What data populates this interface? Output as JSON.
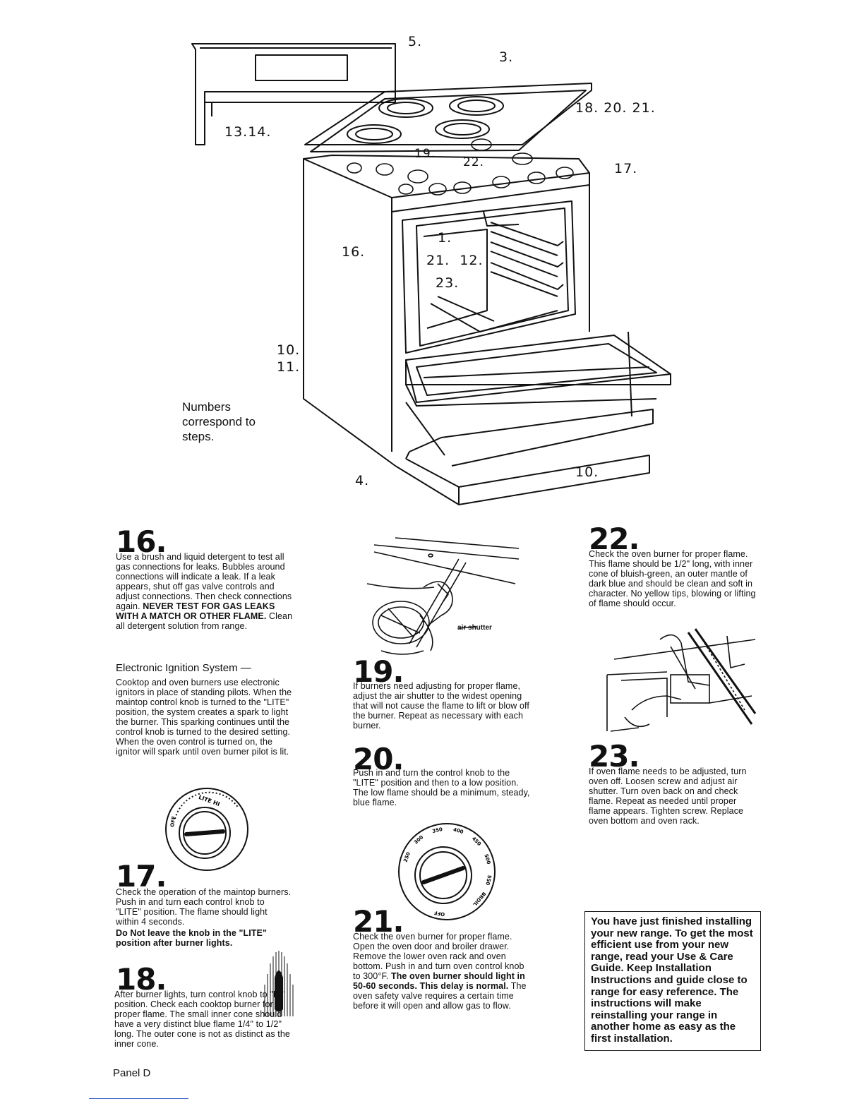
{
  "diagram": {
    "callouts": {
      "c5": "5.",
      "c3": "3.",
      "c13_14": "13.14.",
      "c18_20_21": "18. 20. 21.",
      "c19": "19.",
      "c22": "22.",
      "c17": "17.",
      "c16": "16.",
      "c1": "1.",
      "c21_12": "21.  12.",
      "c23": "23.",
      "c10_11": "10.\n11.",
      "c4": "4.",
      "c10b": "10."
    },
    "note": "Numbers correspond to steps."
  },
  "steps": {
    "s16": {
      "number": "16.",
      "text": "Use a brush and liquid detergent to test all gas connections for leaks. Bubbles around connections will indicate a leak. If a leak appears, shut off gas valve controls and adjust connections. Then check connections again. ",
      "bold": "NEVER TEST FOR GAS LEAKS WITH A MATCH OR OTHER FLAME.",
      "text2": " Clean all detergent solution from range."
    },
    "ignition": {
      "heading": "Electronic Ignition System —",
      "text": "Cooktop and oven burners use electronic ignitors in place of standing pilots. When the maintop control knob is turned to the \"LITE\" position, the system creates a spark to light the burner. This sparking continues until the control knob is turned to the desired setting. When the oven control is turned on, the ignitor will spark until oven burner pilot is lit."
    },
    "s17": {
      "number": "17.",
      "text": "Check the operation of the maintop burners. Push in and turn each control knob to \"LITE\" position. The flame should light within 4 seconds.",
      "bold": "Do Not leave the knob in the \"LITE\" position after burner lights."
    },
    "s18": {
      "number": "18.",
      "text": "After burner lights, turn control knob to \"HI\" position. Check each cooktop burner for proper flame. The small inner cone should have a very distinct blue flame 1/4\" to 1/2\" long. The outer cone is not as distinct as the inner cone."
    },
    "s19": {
      "number": "19.",
      "text": "If burners need adjusting for proper flame, adjust the air shutter to the widest opening that will not cause the flame to lift or blow off the burner. Repeat as necessary with each burner."
    },
    "s20": {
      "number": "20.",
      "text": "Push in and turn the control knob to the \"LITE\" position and then to a low position. The low flame should be a minimum, steady, blue flame."
    },
    "s21": {
      "number": "21.",
      "text": "Check the oven burner for proper flame. Open the oven door and broiler drawer. Remove the lower oven rack and oven bottom. Push in and turn oven control knob to 300°F. ",
      "bold": "The oven burner should light in 50-60 seconds. This delay is normal.",
      "text2": " The oven safety valve requires a certain time before it will open and allow gas to flow."
    },
    "s22": {
      "number": "22.",
      "text": "Check the oven burner for proper flame. This flame should be 1/2\" long, with inner cone of bluish-green, an outer mantle of dark blue and should be clean and soft in character. No yellow tips, blowing or lifting of flame should occur."
    },
    "s23": {
      "number": "23.",
      "text": "If oven flame needs to be adjusted, turn oven off. Loosen screw and adjust air shutter. Turn oven back on and check flame. Repeat as needed until proper flame appears. Tighten screw. Replace oven bottom and oven rack."
    }
  },
  "figures": {
    "air_shutter_label": "air shutter",
    "knob_top_labels": "LITE  HI",
    "knob_off_label": "OFF",
    "oven_knob_labels": [
      "250",
      "300",
      "350",
      "400",
      "450",
      "500",
      "550",
      "BROIL",
      "OFF"
    ]
  },
  "final_note": "You have just finished installing your new range. To get the most efficient use from your new range, read your Use & Care Guide. Keep Installation Instructions and guide close to range for easy reference. The instructions will make reinstalling your range in another home as easy as the first installation.",
  "footer": "Panel D"
}
